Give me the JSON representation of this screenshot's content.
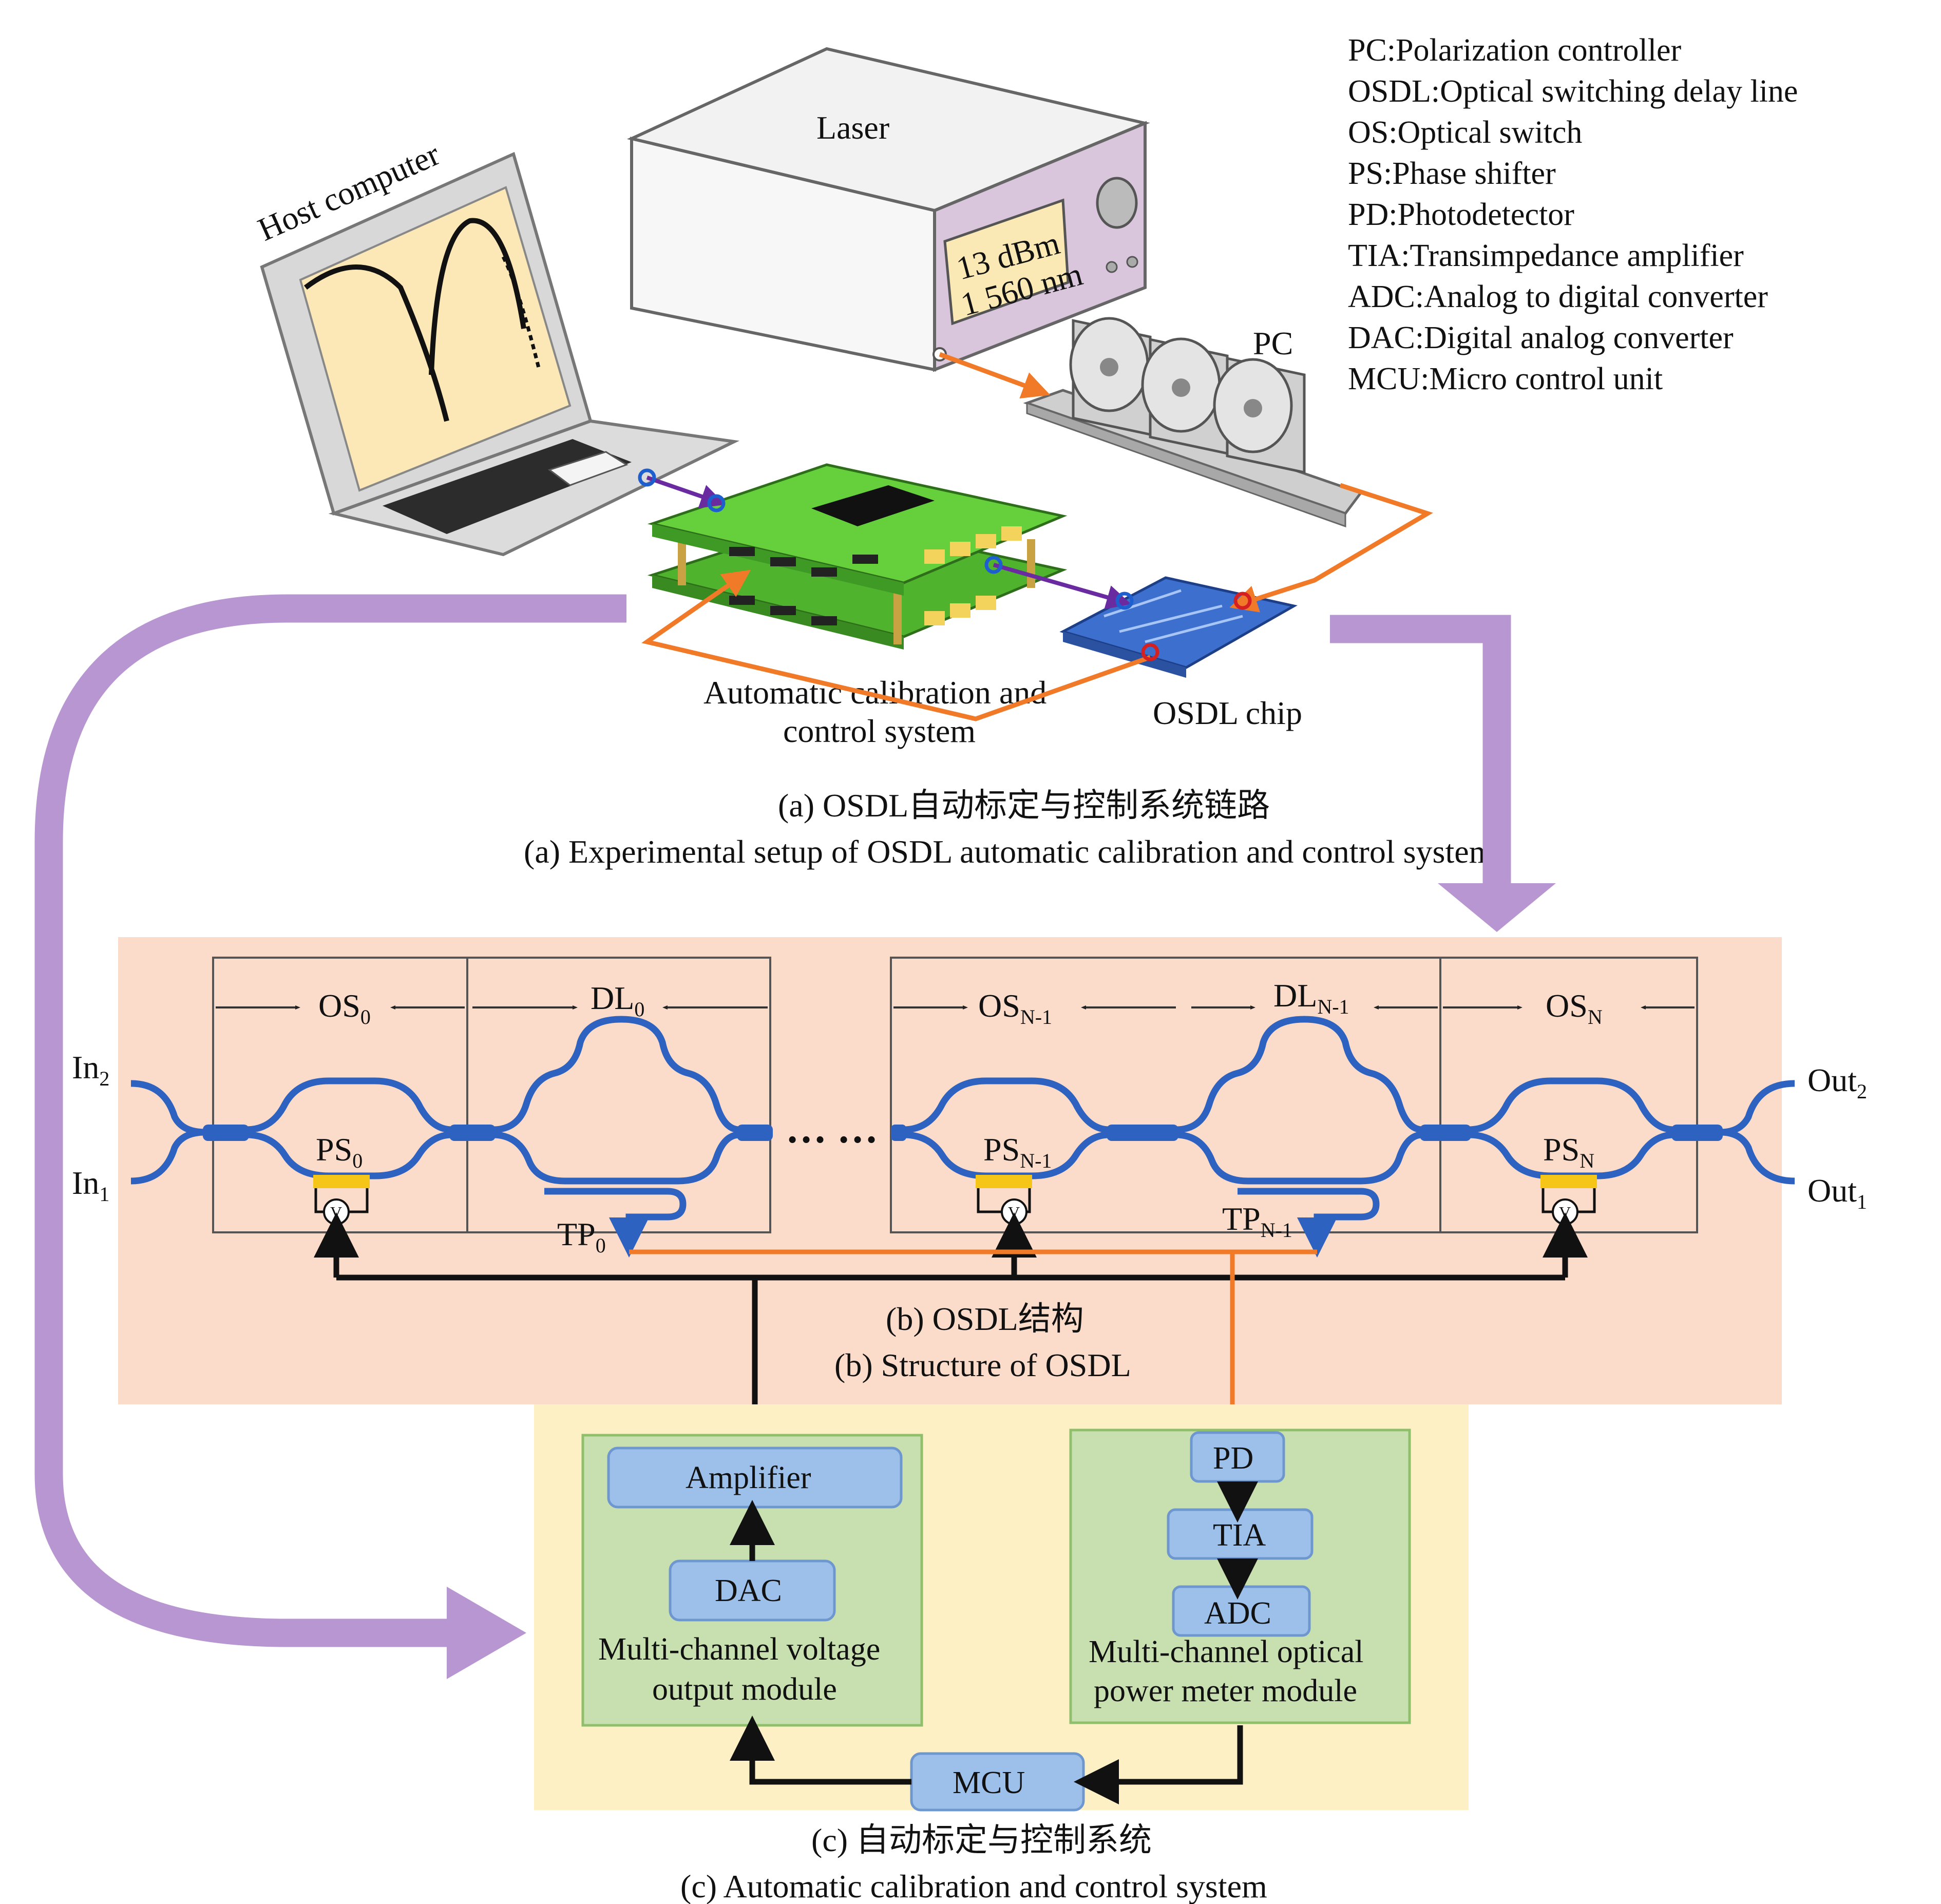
{
  "legend": [
    "PC:Polarization controller",
    "OSDL:Optical switching delay line",
    "OS:Optical switch",
    "PS:Phase shifter",
    "PD:Photodetector",
    "TIA:Transimpedance amplifier",
    "ADC:Analog to digital converter",
    "DAC:Digital analog converter",
    "MCU:Micro control unit"
  ],
  "panel_a": {
    "host_computer": "Host computer",
    "laser": "Laser",
    "laser_display_power": "13 dBm",
    "laser_display_wavelength": "1 560 nm",
    "pc": "PC",
    "control_system_line1": "Automatic calibration and",
    "control_system_line2": "control system",
    "osdl_chip": "OSDL chip",
    "caption_cn": "(a) OSDL自动标定与控制系统链路",
    "caption_en": "(a) Experimental setup of OSDL automatic calibration and control system"
  },
  "panel_b": {
    "os0": {
      "base": "OS",
      "sub": "0"
    },
    "dl0": {
      "base": "DL",
      "sub": "0"
    },
    "osn1": {
      "base": "OS",
      "sub": "N-1"
    },
    "dln1": {
      "base": "DL",
      "sub": "N-1"
    },
    "osn": {
      "base": "OS",
      "sub": "N"
    },
    "ps0": {
      "base": "PS",
      "sub": "0"
    },
    "psn1": {
      "base": "PS",
      "sub": "N-1"
    },
    "psn": {
      "base": "PS",
      "sub": "N"
    },
    "tp0": {
      "base": "TP",
      "sub": "0"
    },
    "tpn1": {
      "base": "TP",
      "sub": "N-1"
    },
    "in2": {
      "base": "In",
      "sub": "2"
    },
    "in1": {
      "base": "In",
      "sub": "1"
    },
    "out2": {
      "base": "Out",
      "sub": "2"
    },
    "out1": {
      "base": "Out",
      "sub": "1"
    },
    "ellipsis": "… …",
    "voltmeter": "V",
    "caption_cn": "(b) OSDL结构",
    "caption_en": "(b) Structure of OSDL"
  },
  "panel_c": {
    "amplifier": "Amplifier",
    "dac": "DAC",
    "voltage_module_line1": "Multi-channel voltage",
    "voltage_module_line2": "output module",
    "pd": "PD",
    "tia": "TIA",
    "adc": "ADC",
    "power_module_line1": "Multi-channel optical",
    "power_module_line2": "power meter module",
    "mcu": "MCU",
    "caption_cn": "(c) 自动标定与控制系统",
    "caption_en": "(c) Automatic calibration and control system"
  },
  "colors": {
    "waveguide": "#2e62c0",
    "optical_path": "#f07a28",
    "big_arrow": "#b896d2",
    "panel_b_bg": "#fbdcca",
    "panel_c_bg": "#fdf0c4",
    "module_bg": "#c8e0b0",
    "block_fill": "#9cc0ea",
    "phase_shifter": "#f5c518",
    "pcb": "#5ec83a"
  }
}
